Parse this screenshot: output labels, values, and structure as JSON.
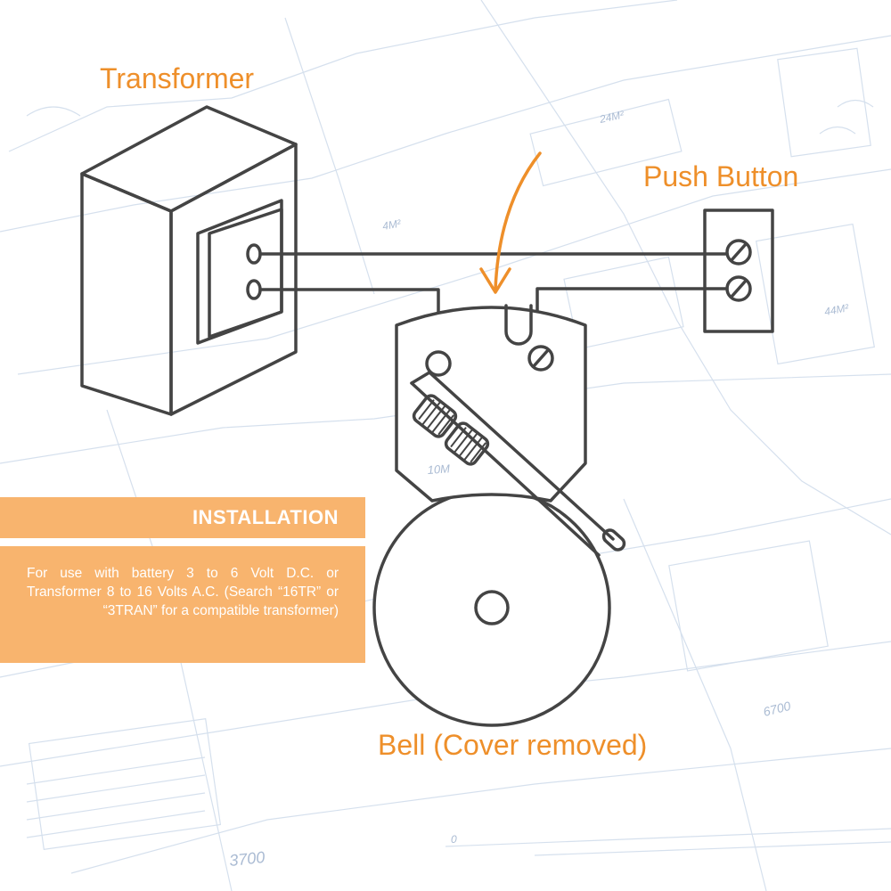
{
  "labels": {
    "transformer": "Transformer",
    "push_button": "Push Button",
    "bell": "Bell (Cover removed)"
  },
  "installation": {
    "title": "INSTALLATION",
    "body": "For use with battery 3 to 6 Volt D.C. or Transformer 8 to 16 Volts A.C. (Search “16TR” or “3TRAN” for a compatible transformer)"
  },
  "background_numbers": [
    "3700",
    "6700",
    "10M",
    "24M²",
    "44M²",
    "4M²",
    "0"
  ],
  "colors": {
    "accent": "#ee8f2a",
    "panel": "#f8b46e",
    "line": "#444444",
    "blueprint": "#c8d6e8",
    "text_light": "#ffffff"
  },
  "icons": {
    "terminal": "screw-terminal-icon",
    "arrow": "curved-arrow-icon"
  }
}
